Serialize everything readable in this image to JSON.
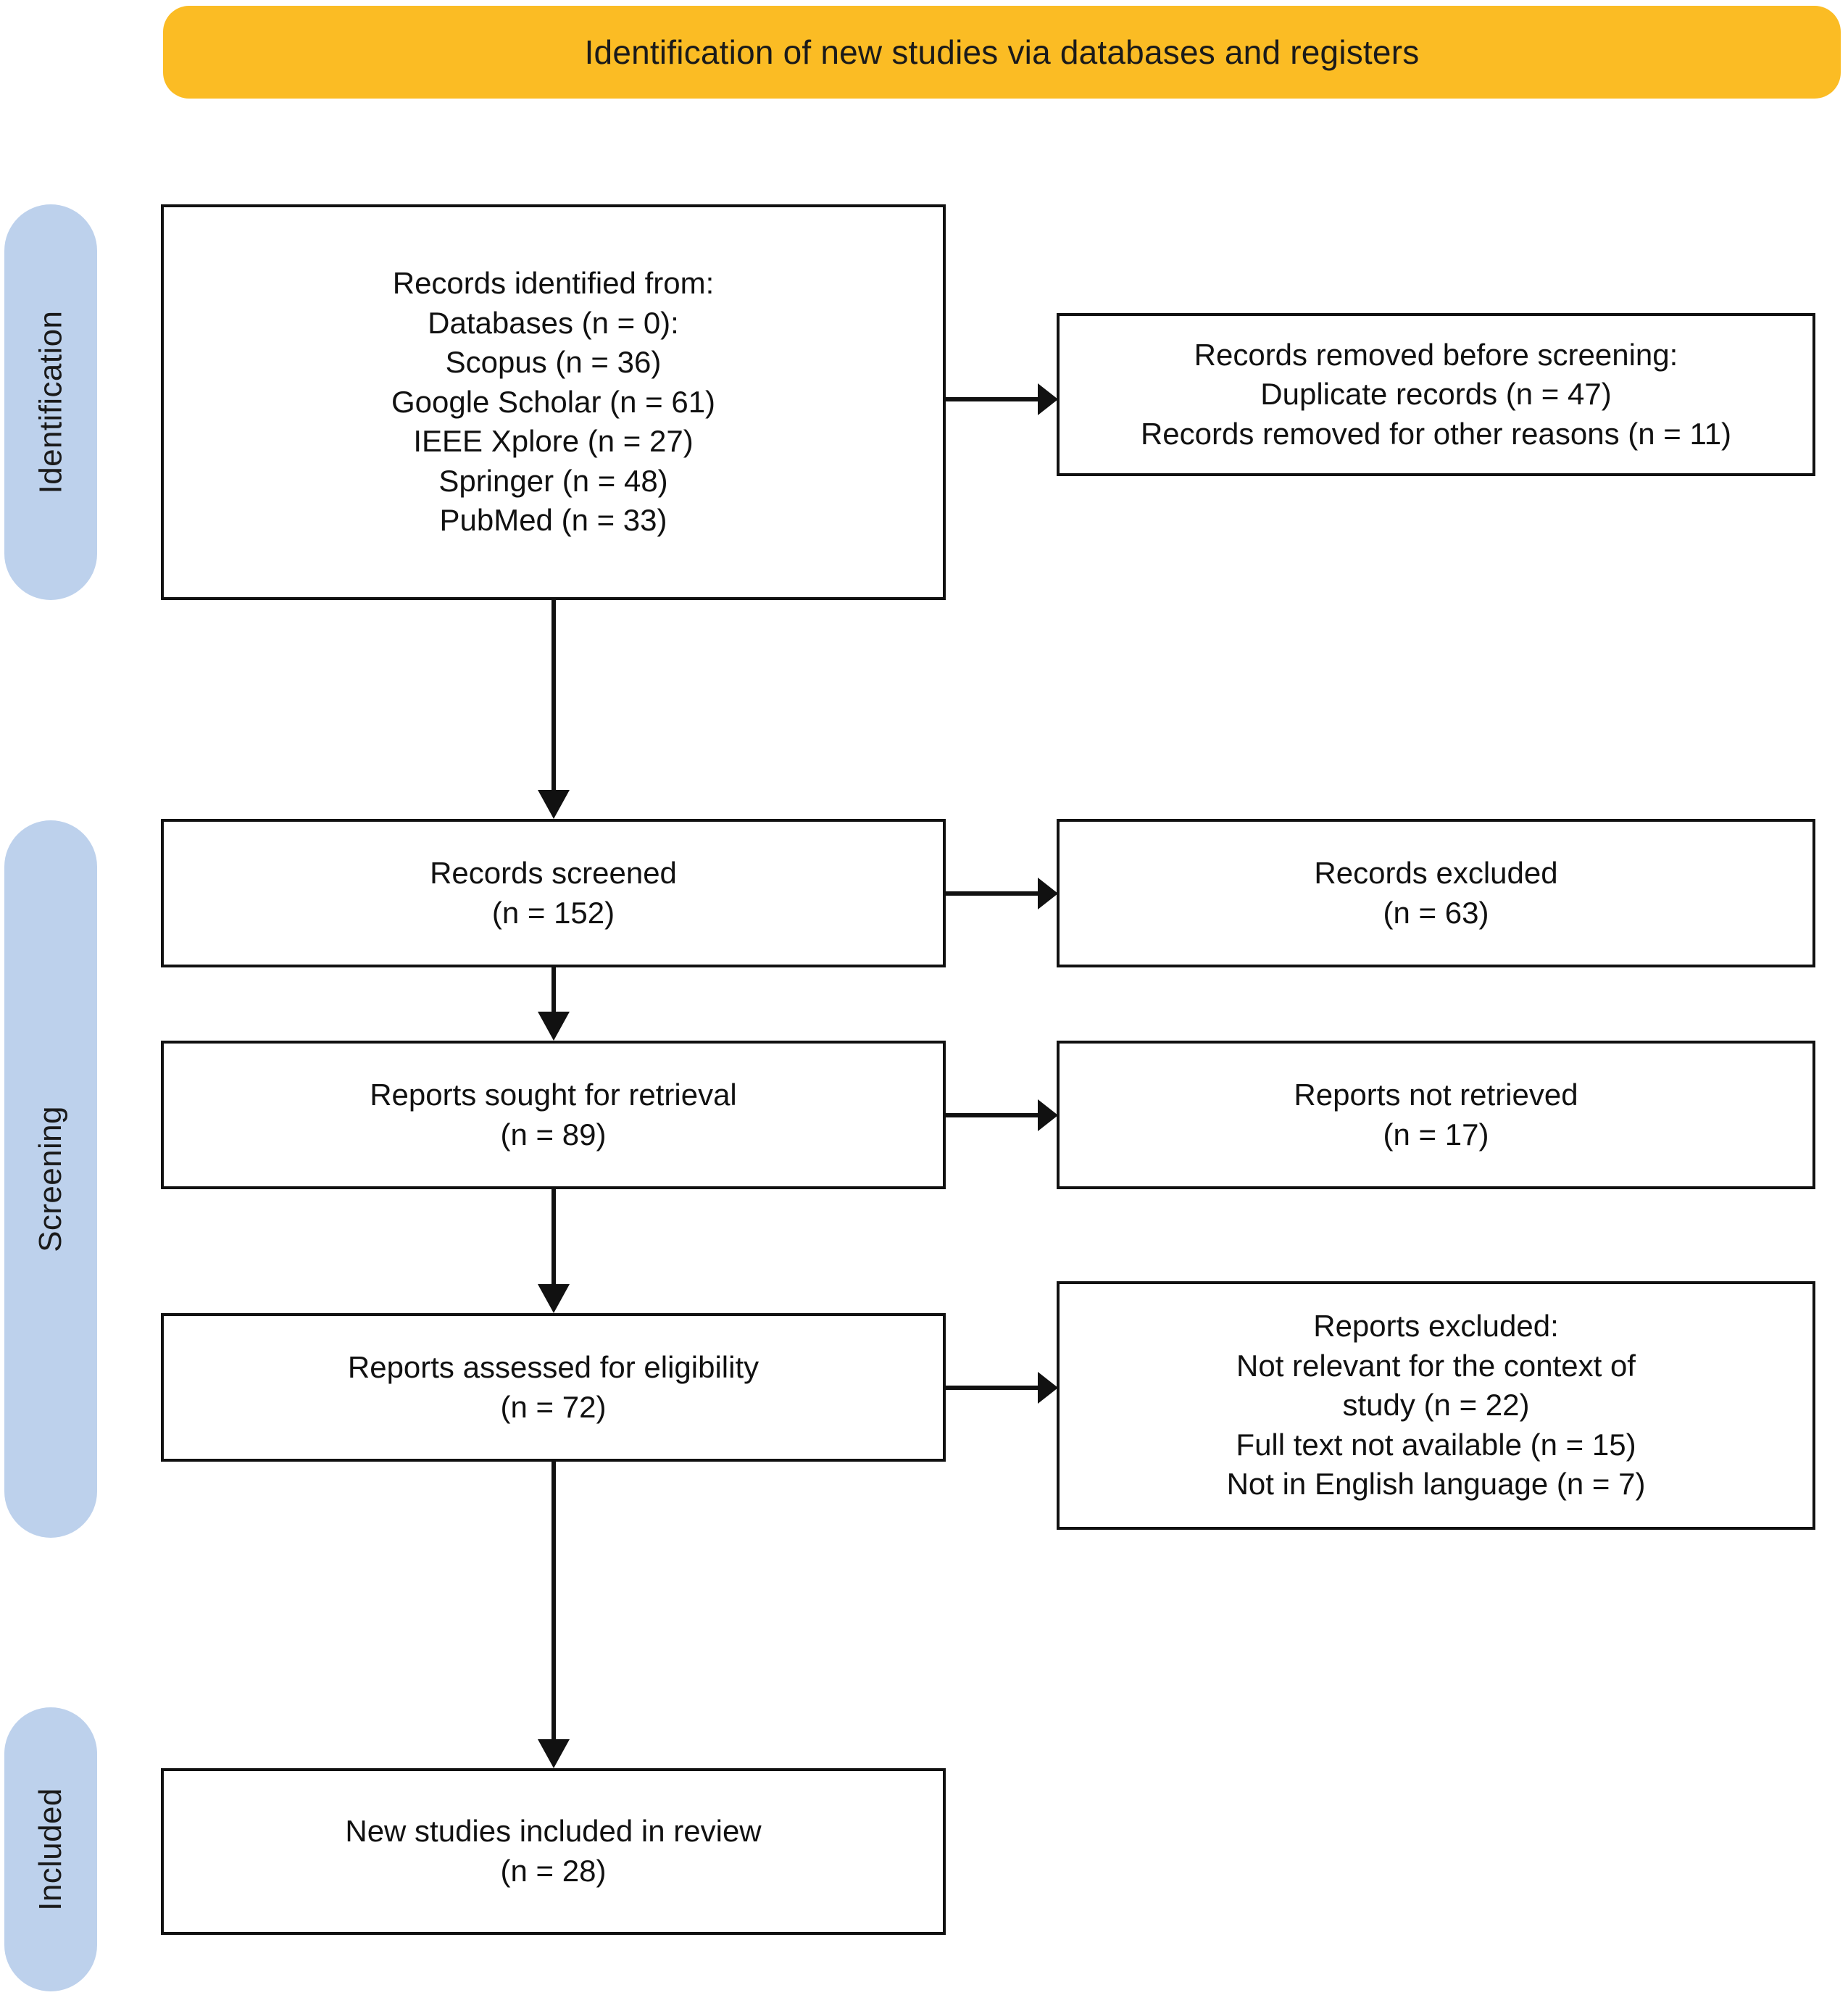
{
  "banner": {
    "title": "Identification of new studies via databases and registers",
    "color": "#FBBC24"
  },
  "stages": {
    "color": "#BDD1EC",
    "items": [
      {
        "key": "identification",
        "label": "Identification"
      },
      {
        "key": "screening",
        "label": "Screening"
      },
      {
        "key": "included",
        "label": "Included"
      }
    ]
  },
  "nodes": {
    "identified": {
      "text": "Records identified from:\nDatabases (n = 0):\nScopus (n = 36)\nGoogle Scholar (n = 61)\nIEEE Xplore (n = 27)\nSpringer (n = 48)\nPubMed (n = 33)"
    },
    "removed": {
      "text": "Records removed before screening:\nDuplicate records (n = 47)\nRecords removed for other reasons (n = 11)"
    },
    "screened": {
      "text": "Records screened\n(n = 152)"
    },
    "excluded_1": {
      "text": "Records excluded\n(n = 63)"
    },
    "sought": {
      "text": "Reports sought for retrieval\n(n = 89)"
    },
    "not_retrieved": {
      "text": "Reports not retrieved\n(n = 17)"
    },
    "assessed": {
      "text": "Reports assessed for eligibility\n(n = 72)"
    },
    "excluded_2": {
      "text": "Reports excluded:\nNot relevant for the context of\nstudy (n = 22)\nFull text not available (n = 15)\nNot in English language (n = 7)"
    },
    "included": {
      "text": "New studies included in review\n(n = 28)"
    }
  },
  "chart_data": {
    "type": "diagram",
    "title": "Identification of new studies via databases and registers",
    "stages": [
      "Identification",
      "Screening",
      "Included"
    ],
    "counts": {
      "databases_total": 0,
      "scopus": 36,
      "google_scholar": 61,
      "ieee_xplore": 27,
      "springer": 48,
      "pubmed": 33,
      "duplicate_records_removed": 47,
      "records_removed_other_reasons": 11,
      "records_screened": 152,
      "records_excluded": 63,
      "reports_sought_for_retrieval": 89,
      "reports_not_retrieved": 17,
      "reports_assessed_for_eligibility": 72,
      "excluded_not_relevant_context": 22,
      "excluded_full_text_not_available": 15,
      "excluded_not_in_english": 7,
      "new_studies_included_in_review": 28
    },
    "flow": [
      {
        "from": "Records identified from databases",
        "to": "Records removed before screening"
      },
      {
        "from": "Records identified from databases",
        "to": "Records screened"
      },
      {
        "from": "Records screened",
        "to": "Records excluded"
      },
      {
        "from": "Records screened",
        "to": "Reports sought for retrieval"
      },
      {
        "from": "Reports sought for retrieval",
        "to": "Reports not retrieved"
      },
      {
        "from": "Reports sought for retrieval",
        "to": "Reports assessed for eligibility"
      },
      {
        "from": "Reports assessed for eligibility",
        "to": "Reports excluded"
      },
      {
        "from": "Reports assessed for eligibility",
        "to": "New studies included in review"
      }
    ]
  }
}
